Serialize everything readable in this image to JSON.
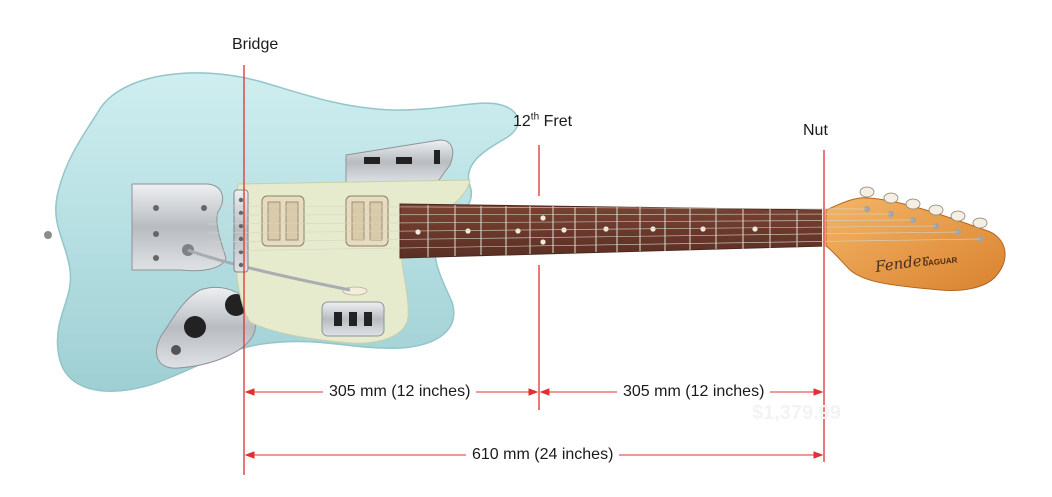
{
  "labels": {
    "bridge": "Bridge",
    "twelfth_fret_number": "12",
    "twelfth_fret_suffix": "th",
    "twelfth_fret_word": "Fret",
    "nut": "Nut"
  },
  "measurements": {
    "bridge_to_12th": "305 mm (12 inches)",
    "12th_to_nut": "305 mm (12 inches)",
    "bridge_to_nut": "610 mm (24 inches)"
  },
  "headstock": {
    "brand": "Fender",
    "model": "JAGUAR"
  },
  "background_text": {
    "price": "$1,379.99"
  },
  "colors": {
    "marker_lines": "#e03030",
    "body": "#b9dfe2",
    "pickguard": "#e7ecd0",
    "fretboard": "#6b3a2e",
    "neck_finish": "#e89a45",
    "chrome": "#c9cdd1"
  }
}
